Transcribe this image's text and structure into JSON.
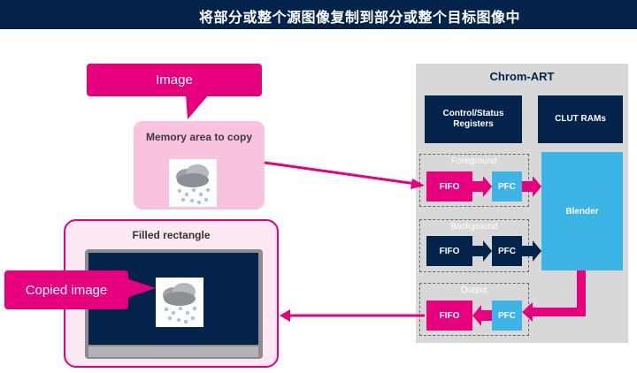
{
  "header": {
    "title": "将部分或整个源图像复制到部分或整个目标图像中"
  },
  "callouts": {
    "image": "Image",
    "copied_image": "Copied image"
  },
  "memory_area": {
    "label": "Memory area to copy"
  },
  "filled_rectangle": {
    "label": "Filled rectangle"
  },
  "chrom_art": {
    "title": "Chrom-ART",
    "control_status": "Control/Status Registers",
    "clut": "CLUT RAMs",
    "foreground": {
      "label": "Foreground",
      "fifo": "FIFO",
      "pfc": "PFC"
    },
    "background": {
      "label": "Background",
      "fifo": "FIFO",
      "pfc": "PFC"
    },
    "output": {
      "label": "Output",
      "fifo": "FIFO",
      "pfc": "PFC"
    },
    "blender": "Blender"
  },
  "icons": {
    "weather": "snow-cloud-icon"
  },
  "colors": {
    "magenta": "#e6007e",
    "navy": "#03234b",
    "cyan": "#3cb4e6",
    "gray": "#d8d8d8"
  }
}
